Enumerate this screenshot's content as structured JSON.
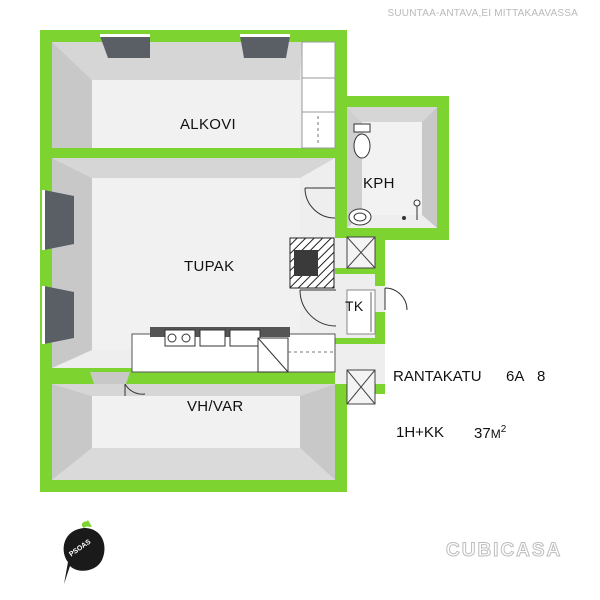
{
  "header": {
    "note": "SUUNTAA-ANTAVA,EI MITTAKAAVASSA"
  },
  "rooms": {
    "alkovi": "ALKOVI",
    "kph": "KPH",
    "tupak": "TUPAK",
    "tk": "TK",
    "vhvar": "VH/VAR"
  },
  "info": {
    "street": "RANTAKATU",
    "number": "6A",
    "apartment": "8",
    "type": "1H+KK",
    "area": "37",
    "area_unit": "M",
    "area_sup": "2"
  },
  "logo": {
    "text": "PSOAS"
  },
  "brand": {
    "name": "CUBICASA"
  },
  "colors": {
    "wall_green": "#7dd330",
    "floor": "#eeeeee",
    "wall_dark": "#333333"
  }
}
